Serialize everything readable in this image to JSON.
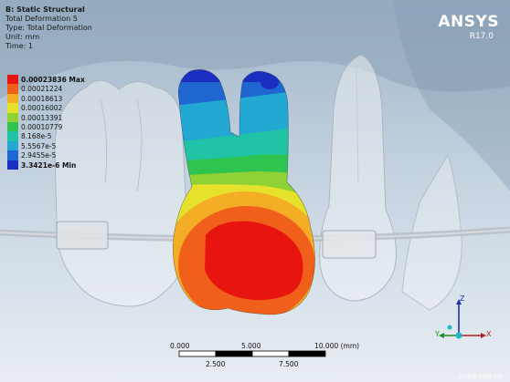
{
  "header": {
    "title": "B: Static Structural",
    "lines": [
      "Total Deformation 5",
      "Type: Total Deformation",
      "Unit: mm",
      "Time: 1"
    ]
  },
  "legend": {
    "items": [
      {
        "label": "0.00023836 Max",
        "color": "#e8140f",
        "bold": true
      },
      {
        "label": "0.00021224",
        "color": "#f0601a"
      },
      {
        "label": "0.00018613",
        "color": "#f3ae25"
      },
      {
        "label": "0.00016002",
        "color": "#e6e22c"
      },
      {
        "label": "0.00013391",
        "color": "#8fd234"
      },
      {
        "label": "0.00010779",
        "color": "#2fc34f"
      },
      {
        "label": "8.168e-5",
        "color": "#20c3a6"
      },
      {
        "label": "5.5567e-5",
        "color": "#22a8d2"
      },
      {
        "label": "2.9455e-5",
        "color": "#2066d0"
      },
      {
        "label": "3.3421e-6 Min",
        "color": "#1a2fbf",
        "bold": true
      }
    ]
  },
  "logo": {
    "brand": "ANSYS",
    "version": "R17.0"
  },
  "scale": {
    "top_labels": [
      "0.000",
      "5.000",
      "10.000 (mm)"
    ],
    "bottom_labels": [
      "2.500",
      "7.500"
    ]
  },
  "triad": {
    "z": "Z",
    "y": "Y",
    "x": "X"
  },
  "watermark": "www.cae.cn"
}
